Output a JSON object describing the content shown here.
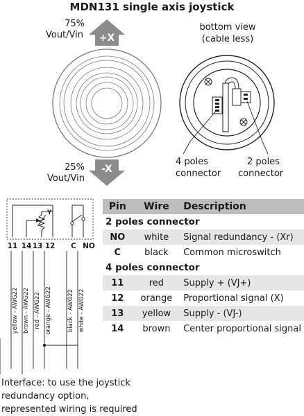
{
  "title": "MDN131 single axis joystick",
  "front_view": {
    "plus_label": "+X",
    "minus_label": "-X",
    "top_percent": "75%",
    "top_ratio": "Vout/Vin",
    "bottom_percent": "25%",
    "bottom_ratio": "Vout/Vin"
  },
  "bottom_view": {
    "caption_line1": "bottom view",
    "caption_line2": "(cable less)",
    "connector4_line1": "4 poles",
    "connector4_line2": "connector",
    "connector2_line1": "2 poles",
    "connector2_line2": "connector"
  },
  "schematic": {
    "pot_label": "Y",
    "pins": [
      "11",
      "14",
      "13",
      "12",
      "C",
      "NO"
    ],
    "wires": [
      "yellow - AWG22",
      "brown - AWG22",
      "red - AWG22",
      "orange - AWG22",
      "black - AWG22",
      "white - AWG22"
    ]
  },
  "table": {
    "headers": {
      "pin": "Pin",
      "wire": "Wire",
      "description": "Description"
    },
    "section_2p": "2 poles connector",
    "section_4p": "4 poles connector",
    "rows_2p": [
      {
        "pin": "NO",
        "wire": "white",
        "description": "Signal redundancy - (Xr)"
      },
      {
        "pin": "C",
        "wire": "black",
        "description": "Common microswitch"
      }
    ],
    "rows_4p": [
      {
        "pin": "11",
        "wire": "red",
        "description": "Supply + (VJ+)"
      },
      {
        "pin": "12",
        "wire": "orange",
        "description": "Proportional signal (X)"
      },
      {
        "pin": "13",
        "wire": "yellow",
        "description": "Supply - (VJ-)"
      },
      {
        "pin": "14",
        "wire": "brown",
        "description": "Center proportional signal"
      }
    ]
  },
  "note": "Interface: to use the joystick redundancy option, represented wiring is required",
  "colors": {
    "arrow": "#8c8c8c",
    "table_header": "#bdbdbd",
    "row_shade": "#e6e6e6"
  }
}
